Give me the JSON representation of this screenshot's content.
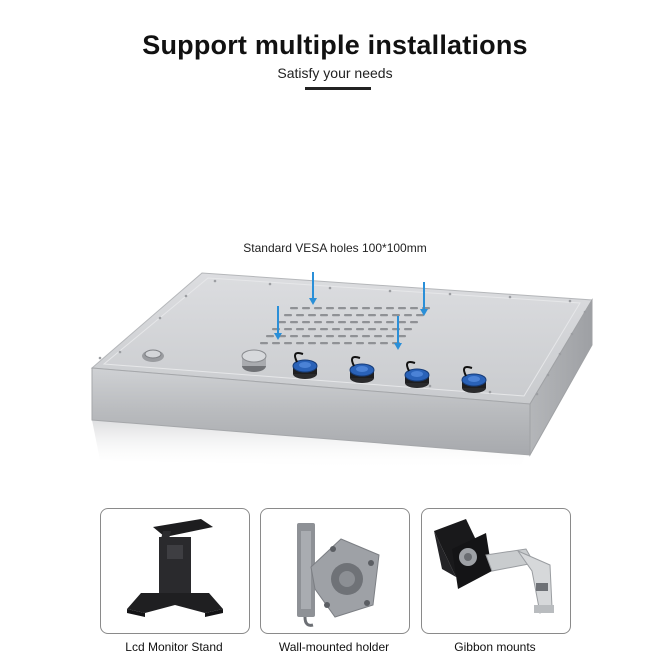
{
  "header": {
    "title": "Support multiple installations",
    "subtitle": "Satisfy your needs"
  },
  "product": {
    "vesa_label": "Standard VESA holes 100*100mm",
    "arrow_color": "#2a8fd8",
    "connector_color": "#2a62b8"
  },
  "mounts": [
    {
      "label": "Lcd Monitor Stand"
    },
    {
      "label": "Wall-mounted holder"
    },
    {
      "label": "Gibbon mounts"
    }
  ]
}
